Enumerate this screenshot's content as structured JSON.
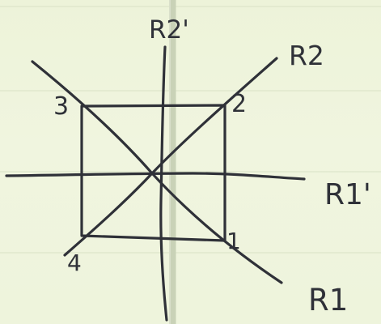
{
  "diagram": {
    "axes": {
      "r2_prime": "R2'",
      "r2": "R2",
      "r1_prime": "R1'",
      "r1": "R1"
    },
    "vertices": [
      "1",
      "2",
      "3",
      "4"
    ],
    "ink_color": "#2f3138",
    "paper_color": "#eef3dc"
  }
}
